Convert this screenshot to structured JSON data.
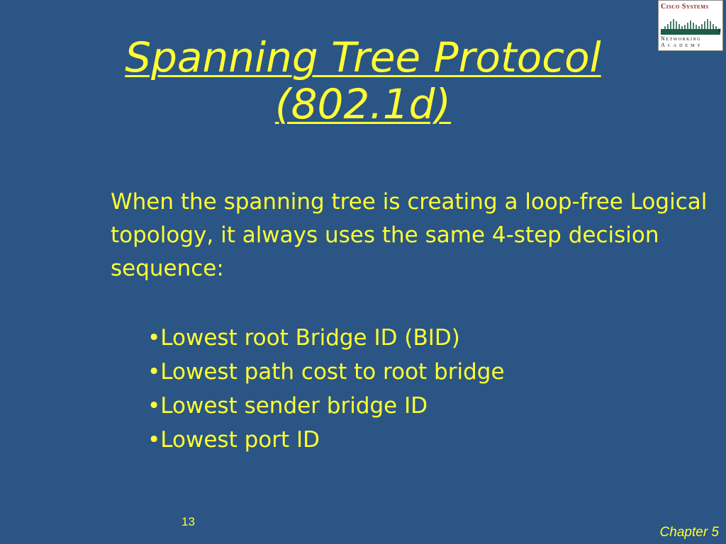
{
  "slide": {
    "title_line1": "Spanning Tree Protocol",
    "title_line2": "(802.1d)",
    "intro": "When the spanning tree is creating a loop-free Logical topology, it always uses the same 4-step decision sequence:",
    "bullets": [
      "Lowest root Bridge ID (BID)",
      "Lowest path cost to root bridge",
      "Lowest sender bridge ID",
      "Lowest port ID"
    ],
    "page_number": "13",
    "chapter": "Chapter 5"
  },
  "logo": {
    "top_text": "Cisco Systems",
    "bottom_line1": "Networking",
    "bottom_line2": "Academy",
    "registered": "®",
    "icon": "cisco-bridge-logo"
  },
  "colors": {
    "background": "#2b5584",
    "text": "#ffff33",
    "logo_red": "#8b1a1a"
  }
}
